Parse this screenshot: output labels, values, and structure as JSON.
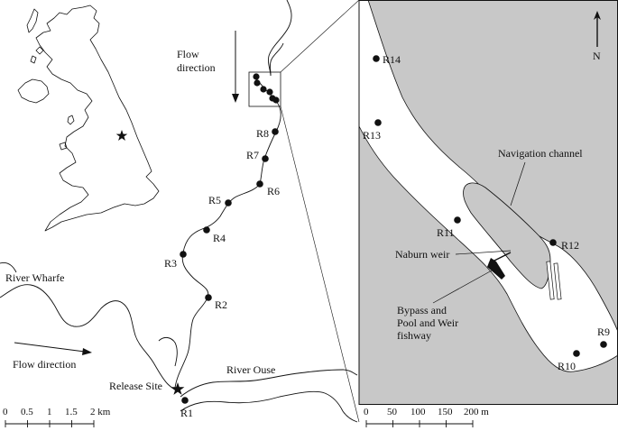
{
  "colors": {
    "land": "#c8c8c8",
    "river": "#ffffff",
    "ink": "#111111"
  },
  "overview_map": {
    "release_marker": "star-icon",
    "flow_direction_top": "Flow\ndirection",
    "flow_direction_left": "Flow direction",
    "river_wharfe": "River Wharfe",
    "river_ouse": "River Ouse",
    "release_site": "Release Site",
    "receivers": [
      {
        "id": "R1",
        "label": "R1"
      },
      {
        "id": "R2",
        "label": "R2"
      },
      {
        "id": "R3",
        "label": "R3"
      },
      {
        "id": "R4",
        "label": "R4"
      },
      {
        "id": "R5",
        "label": "R5"
      },
      {
        "id": "R6",
        "label": "R6"
      },
      {
        "id": "R7",
        "label": "R7"
      },
      {
        "id": "R8",
        "label": "R8"
      }
    ],
    "scale_bar": {
      "ticks": [
        "0",
        "0.5",
        "1",
        "1.5",
        "2 km"
      ]
    }
  },
  "inset_map": {
    "north_label": "N",
    "north_icon": "north-arrow-icon",
    "navigation_channel": "Navigation channel",
    "naburn_weir": "Naburn weir",
    "bypass_fishway": "Bypass and\nPool and Weir\nfishway",
    "receivers": [
      {
        "id": "R9",
        "label": "R9"
      },
      {
        "id": "R10",
        "label": "R10"
      },
      {
        "id": "R11",
        "label": "R11"
      },
      {
        "id": "R12",
        "label": "R12"
      },
      {
        "id": "R13",
        "label": "R13"
      },
      {
        "id": "R14",
        "label": "R14"
      }
    ],
    "scale_bar": {
      "ticks": [
        "0",
        "50",
        "100",
        "150",
        "200 m"
      ]
    }
  }
}
